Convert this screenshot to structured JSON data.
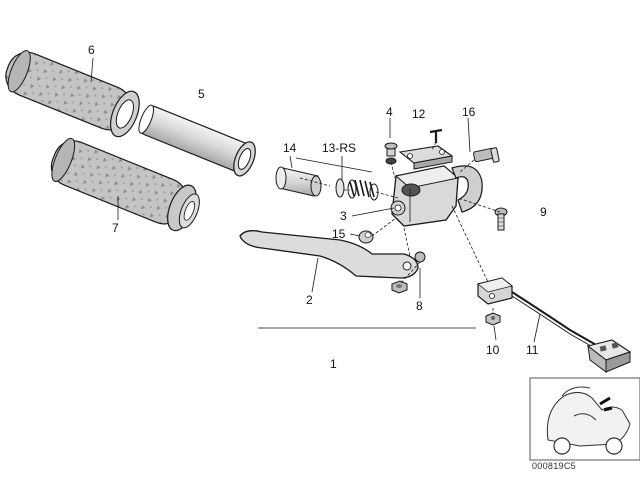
{
  "diagram": {
    "callouts": {
      "p1": "1",
      "p2": "2",
      "p3": "3",
      "p4": "4",
      "p5": "5",
      "p6": "6",
      "p7": "7",
      "p8": "8",
      "p9": "9",
      "p10": "10",
      "p11": "11",
      "p12": "12",
      "p13": "13-RS",
      "p14": "14",
      "p15": "15",
      "p16": "16"
    },
    "reference_code": "000819C5"
  },
  "colors": {
    "line": "#1a1a1a",
    "grip_fill": "#c8c8c8",
    "metal_fill": "#dcdcdc",
    "shade": "#9a9a9a"
  }
}
